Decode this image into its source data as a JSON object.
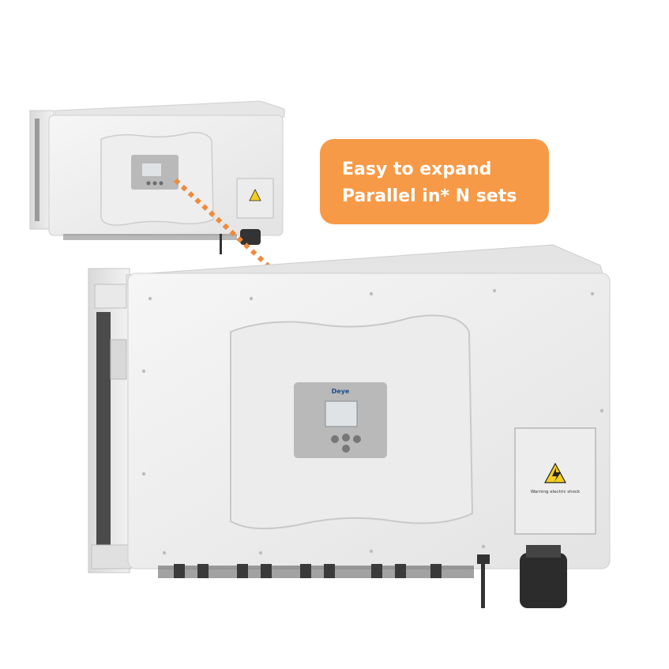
{
  "callout": {
    "line1": "Easy to expand",
    "line2": "Parallel in* N sets",
    "bg_color": "#f79a47"
  },
  "device": {
    "brand": "Deye",
    "warning_label": "Warning electric shock"
  },
  "colors": {
    "body": "#efefef",
    "display_panel": "#b9b9b9",
    "screen": "#dfe3e6",
    "dotted_line": "#f08a3c",
    "warning_yellow": "#f3cf1e"
  }
}
